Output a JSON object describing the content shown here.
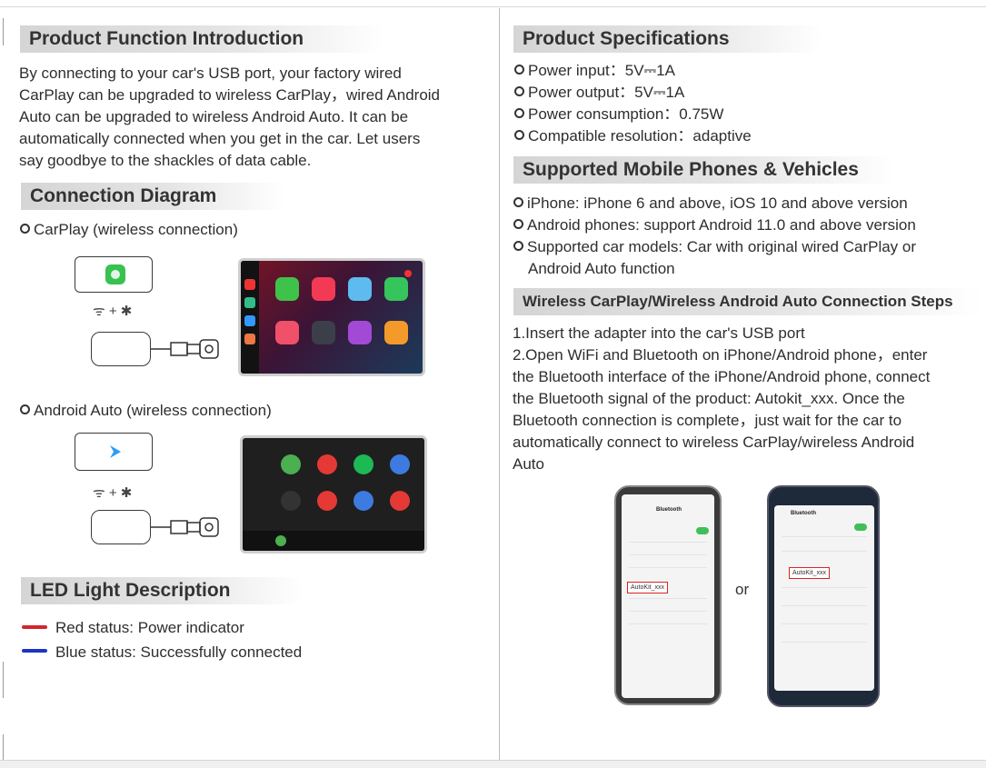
{
  "left": {
    "intro": {
      "title": "Product Function Introduction",
      "lines": [
        "By connecting to your car's USB port, your factory wired",
        "CarPlay can be upgraded to wireless CarPlay，wired Android",
        "Auto can be upgraded to wireless Android Auto. It can be",
        "automatically connected when you get in the car. Let users",
        "say goodbye to the shackles of data cable."
      ]
    },
    "diagram": {
      "title": "Connection Diagram",
      "carplay_label": "CarPlay (wireless connection)",
      "android_label": "Android Auto (wireless connection)",
      "wireless_symbols": "+ ✱"
    },
    "led": {
      "title": "LED Light Description",
      "items": [
        {
          "text": "Red status: Power indicator",
          "color": "#d0262c"
        },
        {
          "text": "Blue status: Successfully connected",
          "color": "#1b35c4"
        }
      ]
    }
  },
  "right": {
    "specs": {
      "title": "Product Specifications",
      "items": [
        "Power input：5V⎓1A",
        "Power output：5V⎓1A",
        "Power consumption：0.75W",
        "Compatible resolution：adaptive"
      ]
    },
    "supported": {
      "title": "Supported Mobile Phones & Vehicles",
      "items": [
        "iPhone: iPhone 6 and above, iOS 10 and above version",
        "Android phones: support Android 11.0 and above version",
        "Supported car models: Car with original wired CarPlay or"
      ],
      "continuation": "Android Auto function"
    },
    "steps": {
      "title": "Wireless CarPlay/Wireless Android Auto Connection Steps",
      "lines": [
        "1.Insert the adapter into the car's USB port",
        "2.Open WiFi and Bluetooth on iPhone/Android phone，enter",
        "the Bluetooth interface of the iPhone/Android phone, connect",
        "the Bluetooth signal of the product: Autokit_xxx. Once the",
        "Bluetooth connection is complete，just wait for the car to",
        "automatically connect to wireless CarPlay/wireless Android",
        "Auto"
      ]
    },
    "phones": {
      "or": "or",
      "iphone_device": "AutoKit_xxx",
      "android_device": "AutoKit_xxx",
      "iphone_header": "Bluetooth",
      "android_header": "Bluetooth"
    }
  }
}
